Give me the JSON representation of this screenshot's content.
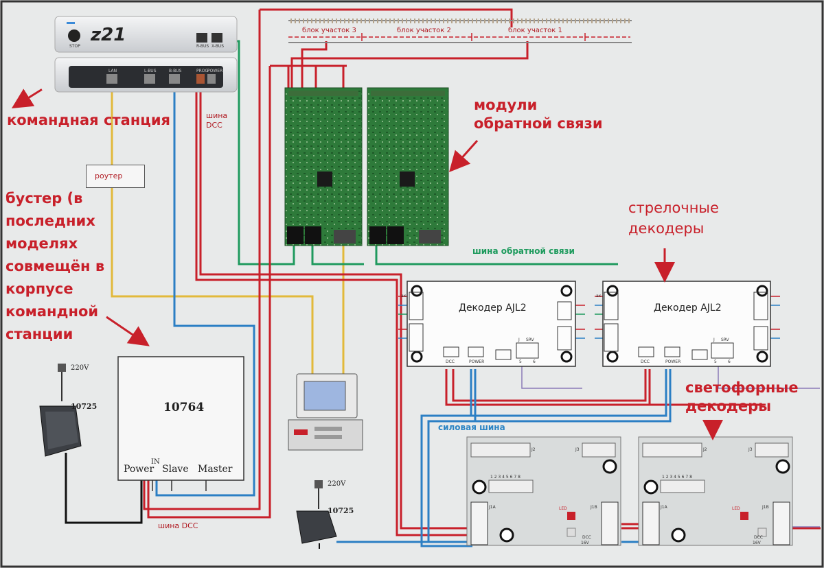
{
  "labels": {
    "command_station": "командная станция",
    "booster": "бустер (в последних моделях совмещён в корпусе командной станции",
    "feedback_modules": "модули обратной связи",
    "switch_decoders": "стрелочные декодеры",
    "signal_decoders": "светофорные декодеры",
    "dcc_bus_top": "шина DCC",
    "dcc_bus_bottom": "шина DCC",
    "router": "роутер",
    "feedback_bus": "шина обратной связи",
    "power_bus": "силовая шина"
  },
  "track": {
    "blocks": [
      "блок участок 3",
      "блок участок 2",
      "блок участок 1"
    ]
  },
  "z21": {
    "logo": "z21",
    "stop_label": "STOP",
    "port_labels": [
      "R-BUS",
      "X-BUS",
      "LAN",
      "L-BUS",
      "B-BUS",
      "PROG",
      "POWER"
    ]
  },
  "decoders": [
    {
      "title": "Декодер AJL2",
      "dcc": "DCC",
      "power": "POWER",
      "j": "J",
      "srv": "SRV",
      "pin5": "5",
      "pin6": "6",
      "ax": "ax"
    },
    {
      "title": "Декодер AJL2",
      "dcc": "DCC",
      "power": "POWER",
      "j": "J",
      "srv": "SRV",
      "pin5": "5",
      "pin6": "6",
      "ax": "ax"
    }
  ],
  "booster": {
    "model": "10764",
    "power": "Power",
    "in": "IN",
    "slave": "Slave",
    "master": "Master"
  },
  "psu_top": {
    "voltage": "220V",
    "model": "10725"
  },
  "psu_bottom": {
    "voltage": "220V",
    "model": "10725"
  },
  "signal_board": {
    "led": "LED",
    "dcc": "DCC",
    "vin": "16V",
    "j2": "J2",
    "j3": "J3",
    "j1a": "J1A",
    "j1b": "J1B",
    "pins": "1 2 3 4 5 6 7 8"
  },
  "colors": {
    "red_wire": "#c8202a",
    "blue_wire": "#2b7fc4",
    "yellow_wire": "#e2b93b",
    "green_wire": "#1f9a5e",
    "black_wire": "#111111",
    "pcb": "#2f7d3c"
  }
}
